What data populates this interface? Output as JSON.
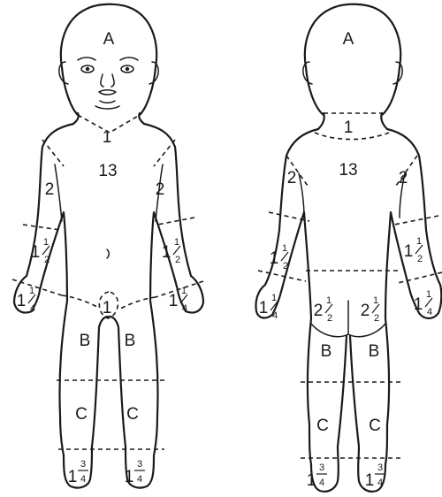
{
  "front": {
    "head": "A",
    "neck": "1",
    "trunk": "13",
    "upper_arm_left": "2",
    "upper_arm_right": "2",
    "forearm_left": {
      "whole": "1",
      "num": "1",
      "den": "2"
    },
    "forearm_right": {
      "whole": "1",
      "num": "1",
      "den": "2"
    },
    "hand_left": {
      "whole": "1",
      "num": "1",
      "den": "4"
    },
    "hand_right": {
      "whole": "1",
      "num": "1",
      "den": "4"
    },
    "genitalia": "1",
    "thigh_left": "B",
    "thigh_right": "B",
    "leg_left": "C",
    "leg_right": "C",
    "foot_left": {
      "whole": "1",
      "num": "3",
      "den": "4"
    },
    "foot_right": {
      "whole": "1",
      "num": "3",
      "den": "4"
    }
  },
  "back": {
    "head": "A",
    "neck": "1",
    "trunk": "13",
    "upper_arm_left": "2",
    "upper_arm_right": "2",
    "forearm_left": {
      "whole": "1",
      "num": "1",
      "den": "2"
    },
    "forearm_right": {
      "whole": "1",
      "num": "1",
      "den": "2"
    },
    "hand_left": {
      "whole": "1",
      "num": "1",
      "den": "4"
    },
    "hand_right": {
      "whole": "1",
      "num": "1",
      "den": "4"
    },
    "buttock_left": {
      "whole": "2",
      "num": "1",
      "den": "2"
    },
    "buttock_right": {
      "whole": "2",
      "num": "1",
      "den": "2"
    },
    "thigh_left": "B",
    "thigh_right": "B",
    "leg_left": "C",
    "leg_right": "C",
    "foot_left": {
      "whole": "1",
      "num": "3",
      "den": "4"
    },
    "foot_right": {
      "whole": "1",
      "num": "3",
      "den": "4"
    }
  }
}
